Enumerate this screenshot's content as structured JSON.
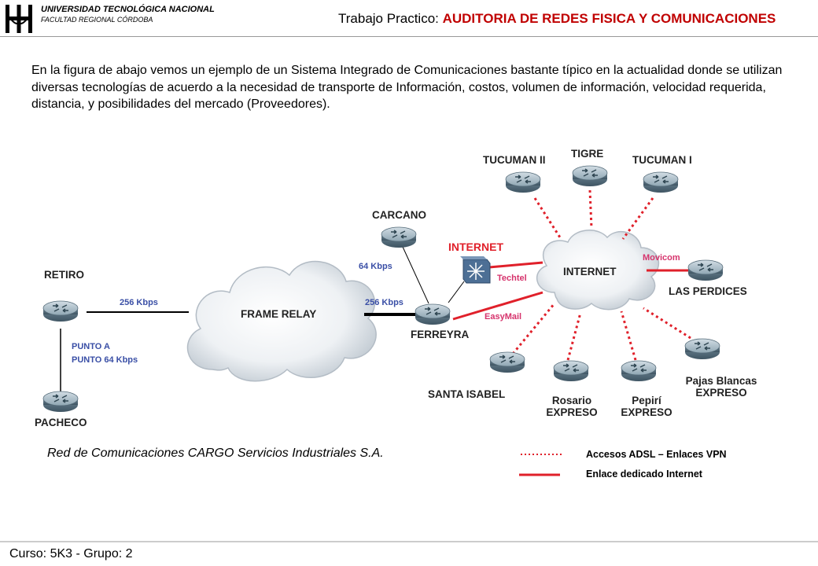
{
  "header": {
    "university": "UNIVERSIDAD TECNOLÓGICA NACIONAL",
    "faculty": "FACULTAD REGIONAL CÓRDOBA",
    "title_prefix": "Trabajo Practico: ",
    "title_main": "AUDITORIA DE REDES FISICA Y COMUNICACIONES"
  },
  "intro": "En la figura de abajo vemos un ejemplo de un Sistema Integrado de Comunicaciones bastante típico en la actualidad donde se utilizan diversas tecnologías de acuerdo a la necesidad de transporte de Información, costos, volumen de información, velocidad requerida, distancia, y posibilidades del mercado (Proveedores).",
  "diagram": {
    "clouds": {
      "frame_relay": "FRAME RELAY",
      "internet": "INTERNET"
    },
    "nodes": {
      "retiro": "RETIRO",
      "pacheco": "PACHECO",
      "carcano": "CARCANO",
      "ferreyra": "FERREYRA",
      "internet_gw": "INTERNET",
      "tucuman_ii": "TUCUMAN II",
      "tigre": "TIGRE",
      "tucuman_i": "TUCUMAN I",
      "las_perdices": "LAS PERDICES",
      "santa_isabel": "SANTA ISABEL",
      "rosario_1": "Rosario",
      "rosario_2": "EXPRESO",
      "pepiri_1": "Pepirí",
      "pepiri_2": "EXPRESO",
      "pajas_1": "Pajas Blancas",
      "pajas_2": "EXPRESO"
    },
    "links": {
      "retiro_fr": "256 Kbps",
      "fr_ferreyra": "256 Kbps",
      "carcano_ferreyra": "64 Kbps",
      "punto_a": "PUNTO A",
      "punto_64": "PUNTO 64 Kbps",
      "techtel": "Techtel",
      "easymail": "EasyMail",
      "movicom": "Movicom"
    }
  },
  "caption": "Red de Comunicaciones CARGO Servicios Industriales S.A.",
  "legend": {
    "dotted": "Accesos ADSL – Enlaces VPN",
    "solid": "Enlace dedicado Internet"
  },
  "footer": "Curso: 5K3 - Grupo: 2",
  "colors": {
    "red_link": "#e0202a",
    "speed_label": "#3a4fa6",
    "provider_label": "#d6336c"
  }
}
